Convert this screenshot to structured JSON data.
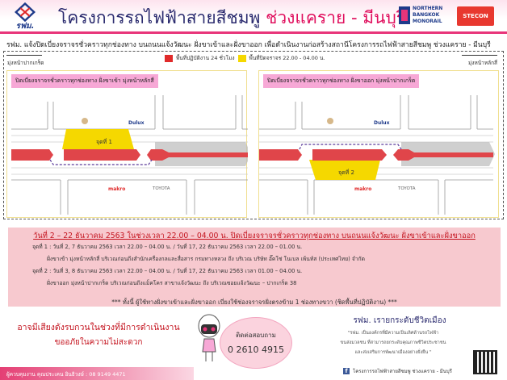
{
  "header": {
    "logo_text": "รฟม.",
    "title_main": "โครงการรถไฟฟ้าสายสีชมพู",
    "title_highlight": "ช่วงแคราย - มีนบุรี",
    "logo_nbm": "NORTHERN BANGKOK MONORAIL",
    "logo_stecon": "STECON"
  },
  "subtitle": "รฟม. แจ้งปิดเบี่ยงจราจรชั่วคราวทุกช่องทาง บนถนนแจ้งวัฒนะ ฝั่งขาเข้าและฝั่งขาออก เพื่อดำเนินงานก่อสร้างสถานีโครงการรถไฟฟ้าสายสีชมพู ช่วงแคราย - มีนบุรี",
  "directions": {
    "left": "มุ่งหน้าปากเกร็ด",
    "right": "มุ่งหน้าหลักสี่"
  },
  "legend": [
    {
      "label": "พื้นที่ปฏิบัติงาน 24 ชั่วโมง",
      "color": "#e02a2a"
    },
    {
      "label": "พื้นที่ปิดจราจร 22.00 - 04.00 น.",
      "color": "#f5d800"
    }
  ],
  "panels": [
    {
      "title": "ปิดเบี่ยงจราจรชั่วคราวทุกช่องทาง ฝั่งขาเข้า มุ่งหน้าหลักสี่",
      "point": "จุดที่ 1",
      "brands": {
        "dulux": "Dulux",
        "makro": "makro",
        "toyota": "TOYOTA"
      }
    },
    {
      "title": "ปิดเบี่ยงจราจรชั่วคราวทุกช่องทาง ฝั่งขาออก มุ่งหน้าปากเกร็ด",
      "point": "จุดที่ 2",
      "brands": {
        "dulux": "Dulux",
        "makro": "makro",
        "toyota": "TOYOTA"
      }
    }
  ],
  "info": {
    "headline": "วันที่ 2 – 22 ธันวาคม 2563 ในช่วงเวลา 22.00 – 04.00 น. ปิดเบี่ยงจราจรชั่วคราวทุกช่องทาง บนถนนแจ้งวัฒนะ ฝั่งขาเข้าและฝั่งขาออก",
    "lines": [
      "จุดที่ 1 : วันที่ 2, 7 ธันวาคม 2563 เวลา 22.00 – 04.00 น. / วันที่ 17, 22 ธันวาคม 2563 เวลา 22.00 – 01.00 น.",
      "ฝั่งขาเข้า มุ่งหน้าหลักสี่ บริเวณก่อนถึงสำนักเครื่องกลและสื่อสาร กรมทางหลวง ถึง บริเวณ บริษัท อั๊คโซ่ โนเบล เพ้นท์ส (ประเทศไทย) จำกัด",
      "จุดที่ 2 : วันที่ 3, 8 ธันวาคม 2563 เวลา 22.00 – 04.00 น. / วันที่ 17, 22 ธันวาคม 2563 เวลา 01.00 – 04.00 น.",
      "ฝั่งขาออก มุ่งหน้าปากเกร็ด บริเวณก่อนถึงแม็คโคร สาขาแจ้งวัฒนะ ถึง บริเวณซอยแจ้งวัฒนะ – ปากเกร็ด 38"
    ],
    "note": "*** ทั้งนี้ ผู้ใช้ทางฝั่งขาเข้าและฝั่งขาออก เบี่ยงใช้ช่องจราจรฝั่งตรงข้าม 1 ช่องทางขวา (ชิดพื้นที่ปฏิบัติงาน) ***"
  },
  "notice": {
    "line1": "อาจมีเสียงดังรบกวนในช่วงที่มีการดำเนินงาน",
    "line2": "ขออภัยในความไม่สะดวก"
  },
  "contact": {
    "label": "ติดต่อสอบถาม",
    "phone": "0 2610 4915"
  },
  "slogan": {
    "title": "รฟม. เรายกระดับชีวิตเมือง",
    "quote": [
      "\"รฟม. เป็นองค์กรที่มีความเป็นเลิศด้านรถไฟฟ้า",
      "ขนส่งมวลชน ที่สามารถยกระดับคุณภาพชีวิตประชาชน",
      "และส่งเสริมการพัฒนาเมืองอย่างยั่งยืน \""
    ]
  },
  "facebook": "โครงการรถไฟฟ้าสายสีชมพู ช่วงแคราย - มีนบุรี",
  "footer": "ผู้ควบคุมงาน คุณประเคน อินธิวงษ์ : 08 9149 4471"
}
